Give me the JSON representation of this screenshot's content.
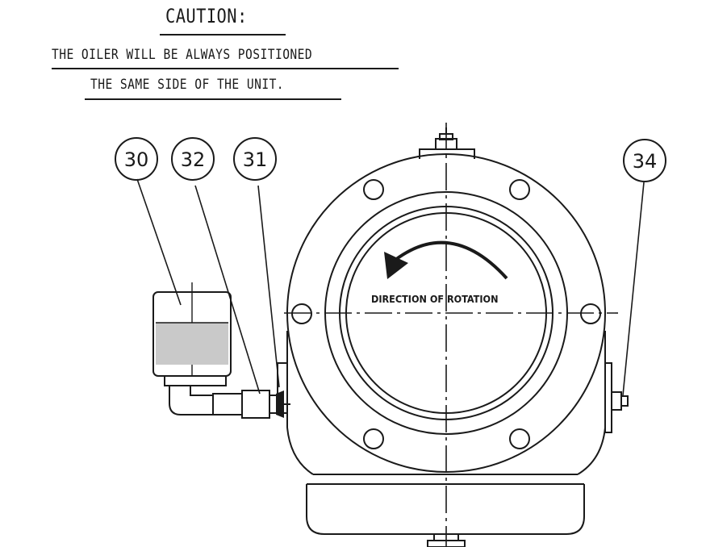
{
  "notes": {
    "caution": "CAUTION:",
    "line1": "THE OILER WILL BE ALWAYS POSITIONED",
    "line2": "THE SAME SIDE OF THE UNIT."
  },
  "balloons": {
    "b30": "30",
    "b32": "32",
    "b31": "31",
    "b34": "34"
  },
  "rotation_label": "DIRECTION OF ROTATION"
}
